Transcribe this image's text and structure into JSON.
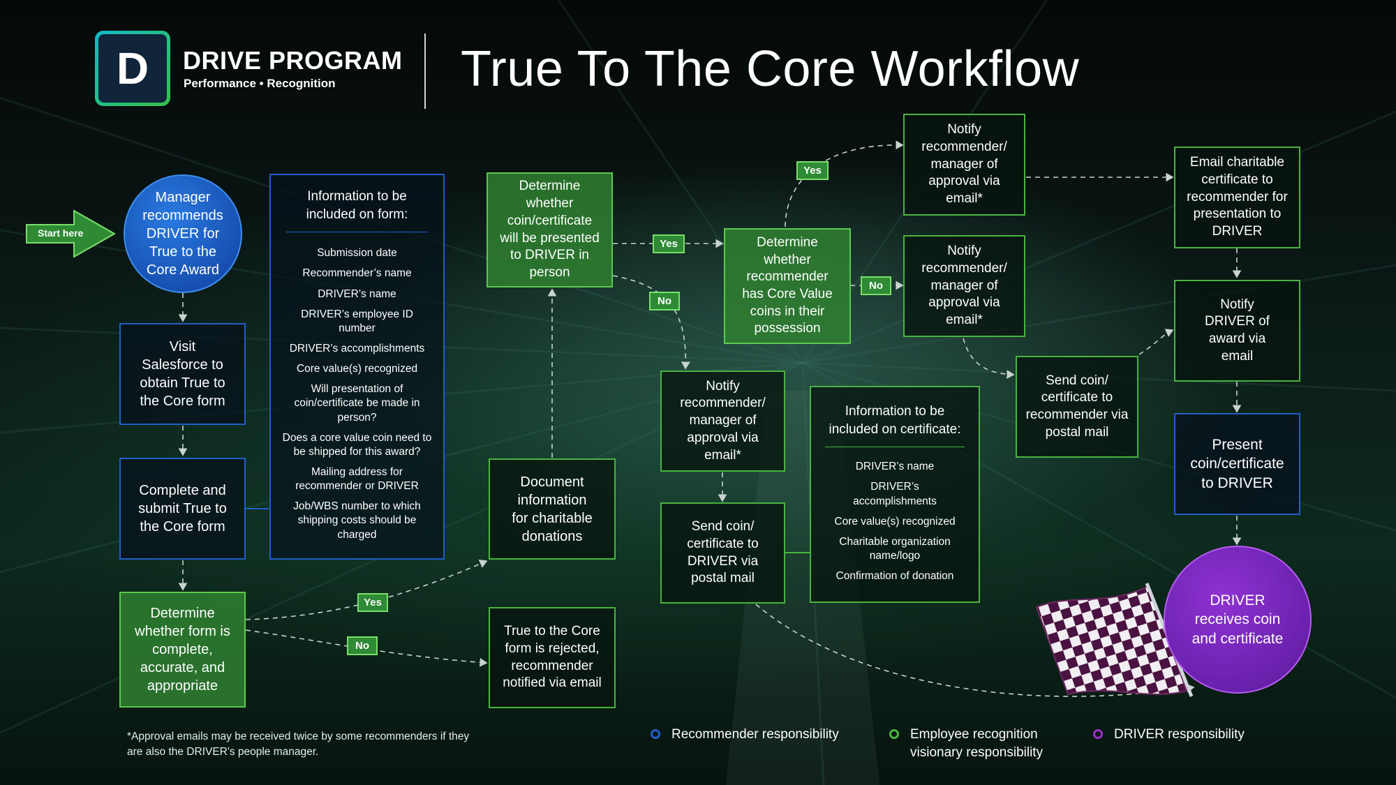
{
  "header": {
    "brand_title": "DRIVE PROGRAM",
    "brand_subtitle": "Performance • Recognition",
    "logo_letter": "D",
    "page_title": "True To The Core Workflow"
  },
  "start_arrow_label": "Start here",
  "nodes": {
    "manager_recommends": "Manager recommends DRIVER for True to the Core Award",
    "visit_salesforce": "Visit Salesforce to obtain True to the Core form",
    "complete_submit": "Complete and submit True to the Core form",
    "determine_form": "Determine whether form is complete, accurate, and appropriate",
    "determine_presented": "Determine whether coin/certificate will be presented to DRIVER in person",
    "document_info": "Document information for charitable donations",
    "form_rejected": "True to the Core form is rejected, recommender notified via email",
    "determine_possession": "Determine whether recommender has Core Value coins in their possession",
    "notify_top": "Notify recommender/ manager of approval via email*",
    "notify_mid": "Notify recommender/ manager of approval via email*",
    "notify_left": "Notify recommender/ manager of approval via email*",
    "send_driver_mail": "Send coin/ certificate to DRIVER via postal mail",
    "send_recommender_mail": "Send coin/ certificate to recommender via postal mail",
    "email_charitable": "Email charitable certificate to recommender for presentation to DRIVER",
    "notify_driver": "Notify DRIVER of award via email",
    "present_coin": "Present coin/certificate to DRIVER",
    "driver_receives": "DRIVER receives coin and certificate"
  },
  "form_info": {
    "heading": "Information to be included on form:",
    "items": [
      "Submission date",
      "Recommender’s name",
      "DRIVER’s name",
      "DRIVER’s employee ID number",
      "DRIVER’s accomplishments",
      "Core value(s) recognized",
      "Will presentation of coin/certificate be made in person?",
      "Does a core value coin need to be shipped for this award?",
      "Mailing address for recommender or DRIVER",
      "Job/WBS number to which shipping costs should be charged"
    ]
  },
  "certificate_info": {
    "heading": "Information to be included on certificate:",
    "items": [
      "DRIVER’s name",
      "DRIVER’s accomplishments",
      "Core value(s) recognized",
      "Charitable organization name/logo",
      "Confirmation of donation"
    ]
  },
  "decision_labels": {
    "form_yes": "Yes",
    "form_no": "No",
    "presented_yes": "Yes",
    "presented_no": "No",
    "possession_yes": "Yes",
    "possession_no": "No"
  },
  "footnote": "*Approval emails may be received twice by some recommenders if they are also the DRIVER's people manager.",
  "legend": [
    {
      "label": "Recommender responsibility",
      "color": "#1f5fc8"
    },
    {
      "label": "Employee recognition visionary responsibility",
      "color": "#49b43e"
    },
    {
      "label": "DRIVER responsibility",
      "color": "#9b2fd6"
    }
  ],
  "colors": {
    "recommender_blue": "#1f5fc8",
    "visionary_green": "#49b43e",
    "driver_purple": "#9b2fd6"
  }
}
